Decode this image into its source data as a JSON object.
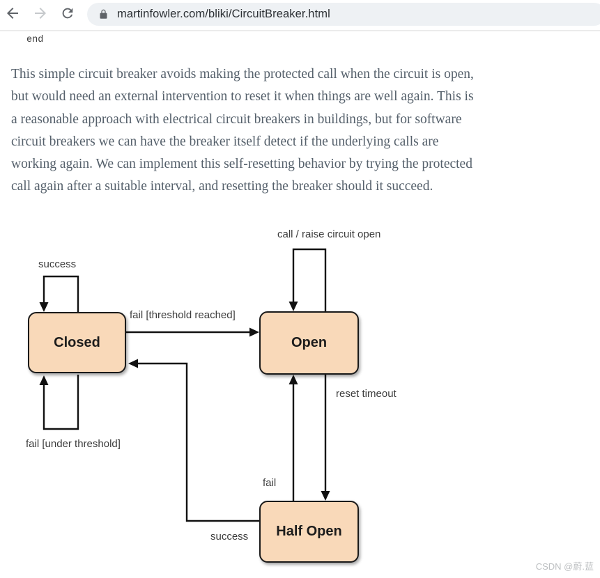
{
  "browser": {
    "url": "martinfowler.com/bliki/CircuitBreaker.html",
    "icons": [
      "back-arrow",
      "forward-arrow",
      "refresh",
      "lock"
    ]
  },
  "page": {
    "code_fragment": "end",
    "paragraph_lines": [
      "This simple circuit breaker avoids making the protected call when the circuit is open,",
      "but would need an external intervention to reset it when things are well again. This is",
      "a reasonable approach with electrical circuit breakers in buildings, but for software",
      "circuit breakers we can have the breaker itself detect if the underlying calls are",
      "working again. We can implement this self-resetting behavior by trying the protected",
      "call again after a suitable interval, and resetting the breaker should it succeed."
    ]
  },
  "diagram": {
    "states": [
      {
        "id": "closed",
        "label": "Closed"
      },
      {
        "id": "open",
        "label": "Open"
      },
      {
        "id": "half-open",
        "label": "Half Open"
      }
    ],
    "transitions": [
      {
        "from": "closed",
        "to": "closed",
        "label": "success"
      },
      {
        "from": "closed",
        "to": "open",
        "label": "fail [threshold reached]"
      },
      {
        "from": "closed",
        "to": "closed",
        "label": "fail [under threshold]"
      },
      {
        "from": "open",
        "to": "open",
        "label": "call / raise circuit open"
      },
      {
        "from": "open",
        "to": "half-open",
        "label": "reset timeout"
      },
      {
        "from": "half-open",
        "to": "open",
        "label": "fail"
      },
      {
        "from": "half-open",
        "to": "closed",
        "label": "success"
      }
    ],
    "colors": {
      "state_fill": "#f9d9b9",
      "state_border": "#1a1a1a",
      "arrow": "#111111"
    }
  },
  "watermark": {
    "text": "CSDN @蔚.蓝"
  }
}
